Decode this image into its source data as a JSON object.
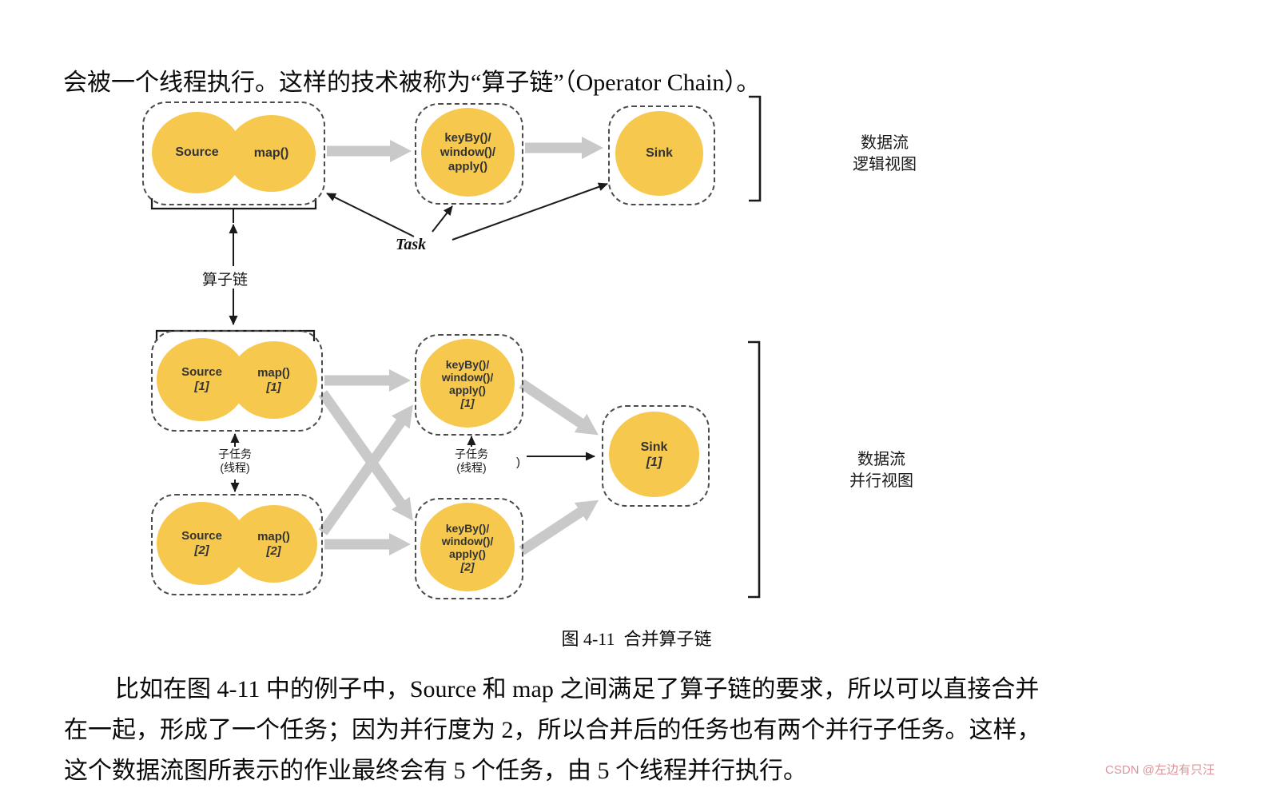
{
  "page": {
    "intro": "会被一个线程执行。这样的技术被称为“算子链”（Operator Chain）。",
    "figure_caption": "图 4-11  合并算子链",
    "body_lines": [
      "比如在图 4-11 中的例子中，Source 和 map 之间满足了算子链的要求，所以可以直接合并",
      "在一起，形成了一个任务；因为并行度为 2，所以合并后的任务也有两个并行子任务。这样，",
      "这个数据流图所表示的作业最终会有 5 个任务，由 5 个线程并行执行。"
    ],
    "watermark": "CSDN @左边有只汪"
  },
  "diagram": {
    "colors": {
      "node_fill": "#F6C94E",
      "gray_arrow": "#C9C9C9",
      "line_black": "#1a1a1a"
    },
    "task_label": "Task",
    "chain_label": "算子链",
    "logical": {
      "source": "Source",
      "map": "map()",
      "keyby": "keyBy()/\nwindow()/\napply()",
      "sink": "Sink",
      "view_label": "数据流\n逻辑视图"
    },
    "parallel": {
      "source1": {
        "name": "Source",
        "index": "[1]"
      },
      "map1": {
        "name": "map()",
        "index": "[1]"
      },
      "source2": {
        "name": "Source",
        "index": "[2]"
      },
      "map2": {
        "name": "map()",
        "index": "[2]"
      },
      "keyby1": {
        "lines": "keyBy()/\nwindow()/\napply()",
        "index": "[1]"
      },
      "keyby2": {
        "lines": "keyBy()/\nwindow()/\napply()",
        "index": "[2]"
      },
      "sink1": {
        "name": "Sink",
        "index": "[1]"
      },
      "subtask_label_1": "子任务\n(线程)",
      "subtask_label_2": "子任务\n(线程)",
      "stray_paren": ")",
      "view_label": "数据流\n并行视图"
    }
  }
}
